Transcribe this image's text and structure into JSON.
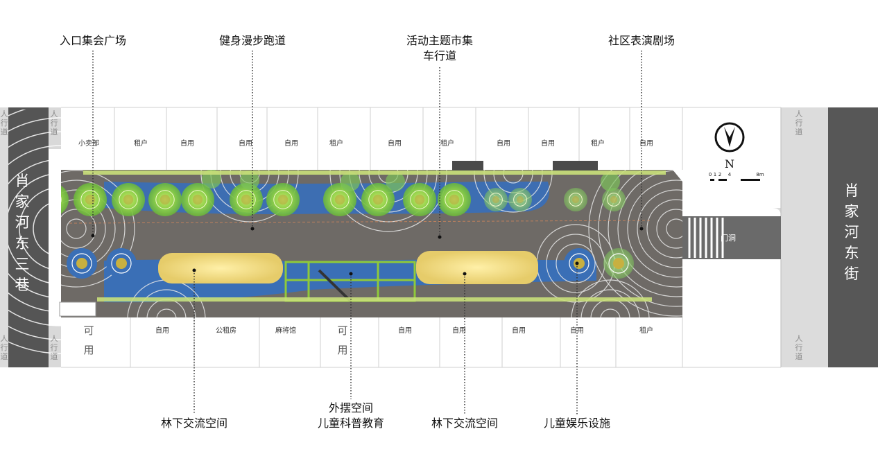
{
  "callouts_top": [
    {
      "id": "entrance",
      "lines": [
        "入口集会广场"
      ]
    },
    {
      "id": "jog",
      "lines": [
        "健身漫步跑道"
      ]
    },
    {
      "id": "market",
      "lines": [
        "活动主题市集",
        "车行道"
      ]
    },
    {
      "id": "theater",
      "lines": [
        "社区表演剧场"
      ]
    }
  ],
  "callouts_bottom": [
    {
      "id": "forest1",
      "lines": [
        "林下交流空间"
      ]
    },
    {
      "id": "outdoor",
      "lines": [
        "外摆空间",
        "儿童科普教育"
      ]
    },
    {
      "id": "forest2",
      "lines": [
        "林下交流空间"
      ]
    },
    {
      "id": "kids",
      "lines": [
        "儿童娱乐设施"
      ]
    }
  ],
  "roads": {
    "west": "肖家河东三巷",
    "east": "肖家河东街",
    "sidewalk": "人行道",
    "gate": "门洞"
  },
  "north_units": [
    {
      "text": "小卖部"
    },
    {
      "text": "租户"
    },
    {
      "text": "自用"
    },
    {
      "text": "自用"
    },
    {
      "text": "自用"
    },
    {
      "text": "租户"
    },
    {
      "text": "自用"
    },
    {
      "text": "租户"
    },
    {
      "text": "自用"
    },
    {
      "text": "自用"
    },
    {
      "text": "租户"
    },
    {
      "text": "自用"
    }
  ],
  "south_units": [
    {
      "text": "可用"
    },
    {
      "text": "自用"
    },
    {
      "text": "公租房"
    },
    {
      "text": "麻将馆"
    },
    {
      "text": "可用"
    },
    {
      "text": "自用"
    },
    {
      "text": "自用"
    },
    {
      "text": "自用"
    },
    {
      "text": "自用"
    },
    {
      "text": "租户"
    }
  ],
  "compass": {
    "letter": "N",
    "scale": [
      "0",
      "1",
      "2",
      "4",
      "8m"
    ]
  },
  "colors": {
    "ground": "#6e6a66",
    "track": "#3a6fb6",
    "planting": "#8fc93a",
    "edge": "#c9e07a",
    "road": "#4a4a4a"
  }
}
